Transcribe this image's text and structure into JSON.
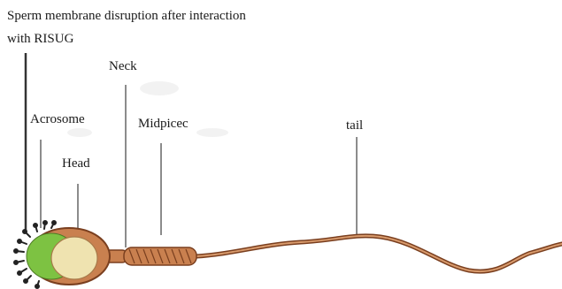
{
  "title": {
    "line1": "Sperm membrane disruption after interaction",
    "line2": "with RISUG"
  },
  "labels": {
    "neck": "Neck",
    "acrosome": "Acrosome",
    "midpiece": "Midpicec",
    "head": "Head",
    "tail": "tail"
  },
  "colors": {
    "acrosome": "#7dc242",
    "nucleus": "#efe3b0",
    "body": "#c9804f",
    "outline": "#7a3f1f",
    "leader": "#666666"
  }
}
